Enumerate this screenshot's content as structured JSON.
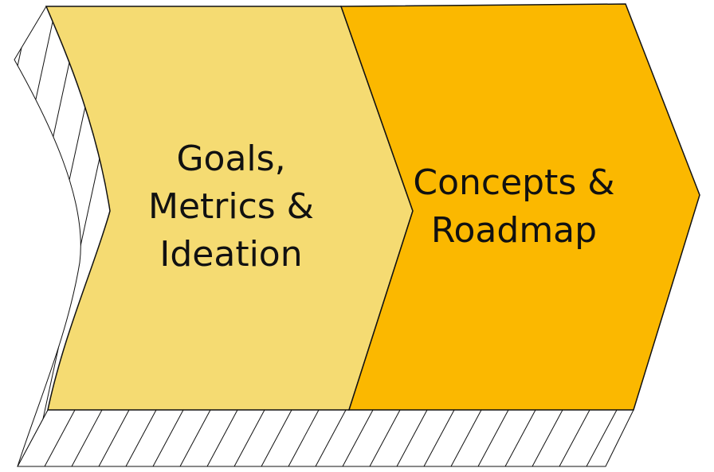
{
  "steps": [
    {
      "lines": [
        "Goals,",
        "Metrics &",
        "Ideation"
      ],
      "color": "#F5DB72"
    },
    {
      "lines": [
        "Concepts &",
        "Roadmap"
      ],
      "color": "#FBB800"
    }
  ]
}
